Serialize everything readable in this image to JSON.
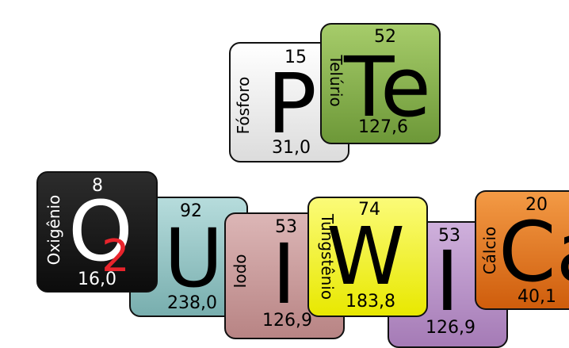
{
  "tiles": {
    "fosforo": {
      "number": "15",
      "symbol": "P",
      "name": "Fósforo",
      "mass": "31,0"
    },
    "telurio": {
      "number": "52",
      "symbol": "Te",
      "name": "Telúrio",
      "mass": "127,6"
    },
    "oxigenio": {
      "number": "8",
      "symbol": "O",
      "subscript": "2",
      "name": "Oxigênio",
      "mass": "16,0"
    },
    "uranio": {
      "number": "92",
      "symbol": "U",
      "mass": "238,0"
    },
    "iodo1": {
      "number": "53",
      "symbol": "I",
      "name": "Iodo",
      "mass": "126,9"
    },
    "tungstenio": {
      "number": "74",
      "symbol": "W",
      "name": "Tungstênio",
      "mass": "183,8"
    },
    "iodo2": {
      "number": "53",
      "symbol": "I",
      "mass": "126,9"
    },
    "calcio": {
      "number": "20",
      "symbol": "Ca",
      "name": "Cálcio",
      "mass": "40,1"
    }
  },
  "colors": {
    "fosforo": "#ececec",
    "telurio": "#7fa84a",
    "oxigenio": "#141414",
    "uranio": "#8fc0c0",
    "iodo1": "#c89898",
    "tungstenio": "#f2f21a",
    "iodo2": "#b68fc4",
    "calcio": "#e2731c",
    "subscript": "#e8242c"
  }
}
